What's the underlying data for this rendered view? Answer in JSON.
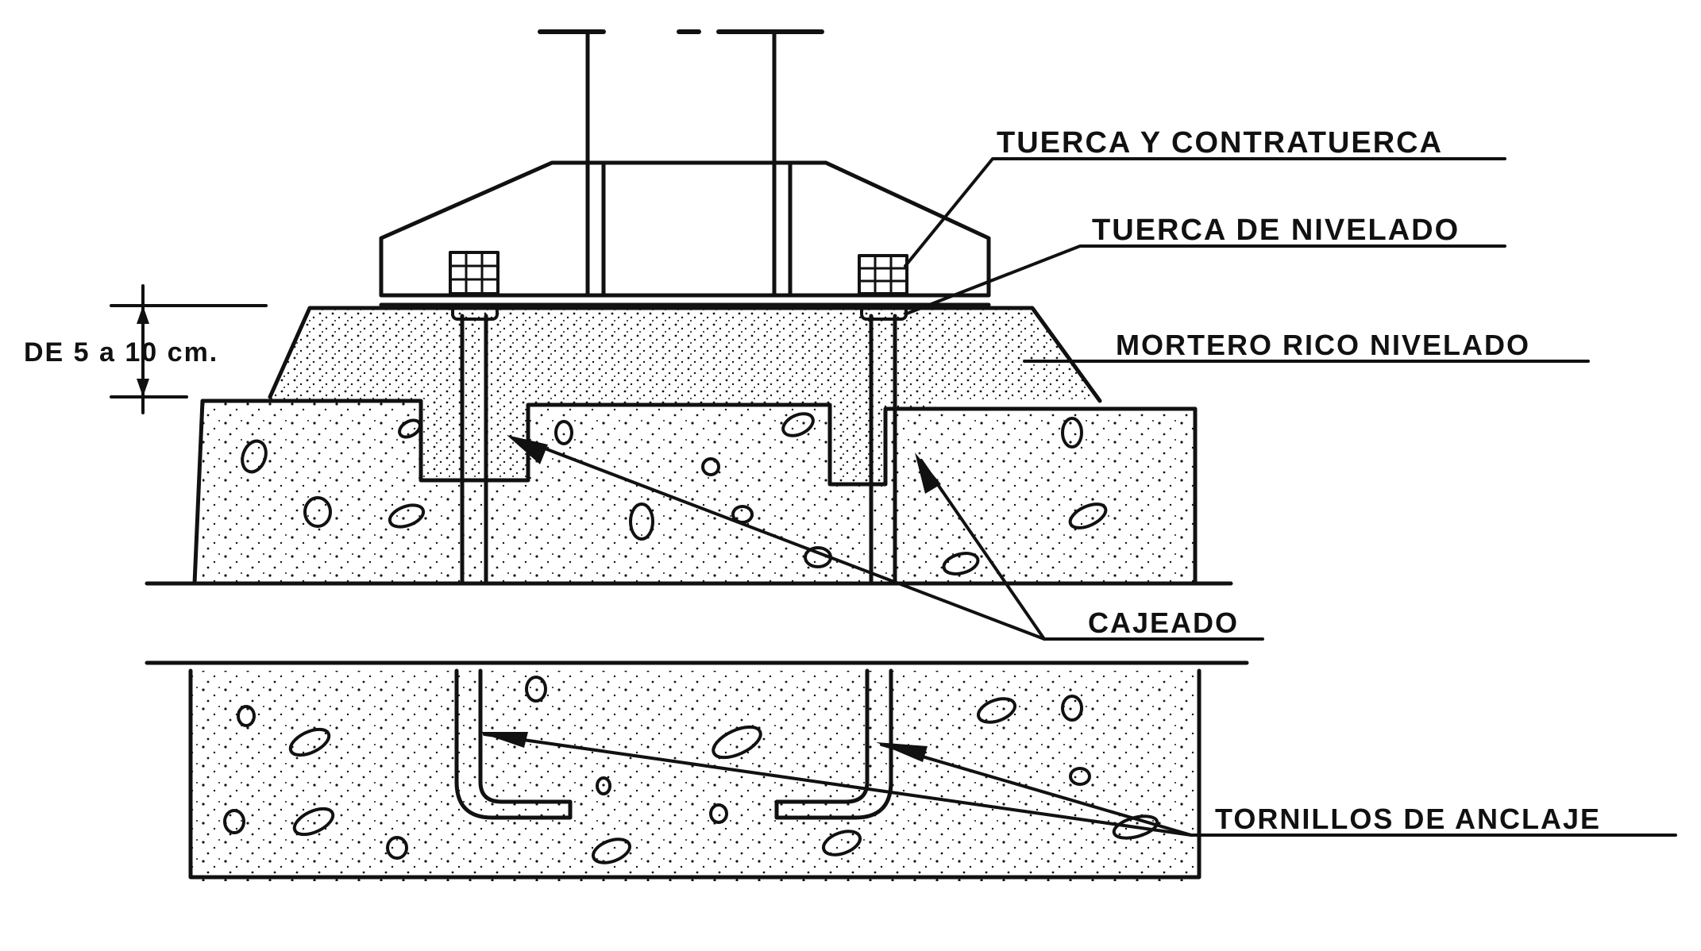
{
  "colors": {
    "ink": "#111111",
    "paper": "#ffffff"
  },
  "labels": {
    "nut_and_locknut": "TUERCA Y CONTRATUERCA",
    "leveling_nut": "TUERCA DE NIVELADO",
    "rich_mortar": "MORTERO RICO NIVELADO",
    "pocket": "CAJEADO",
    "anchor_bolts": "TORNILLOS DE ANCLAJE",
    "dimension": "DE 5 a 10 cm."
  }
}
